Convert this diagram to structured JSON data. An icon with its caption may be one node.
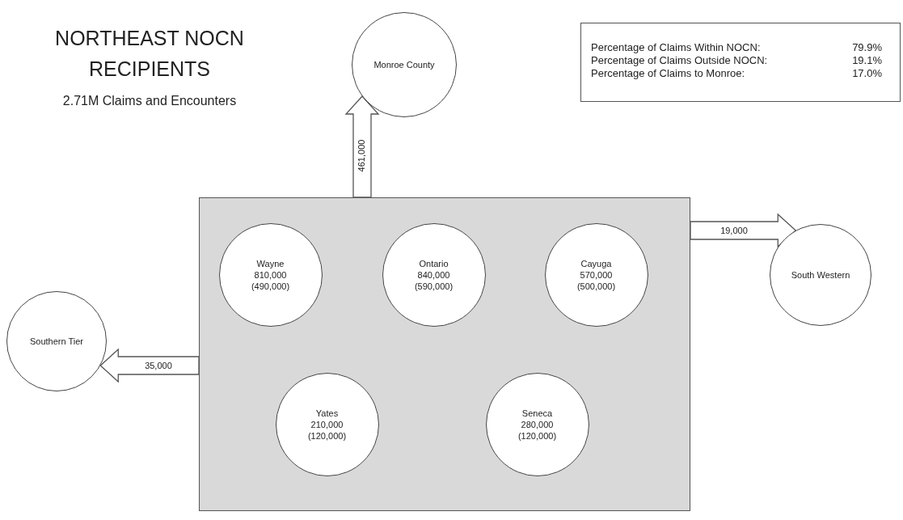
{
  "diagram": {
    "title": "NORTHEAST NOCN RECIPIENTS",
    "nodes": [
      {
        "text": [],
        "shape": "box"
      },
      {
        "text": [
          "Wayne",
          "810,000",
          "(490,000)"
        ],
        "in": 0
      },
      {
        "text": [
          "Ontario",
          "840,000",
          "(590,000)"
        ],
        "in": 0
      },
      {
        "text": [
          "Cayuga",
          "570,000",
          "(500,000)"
        ],
        "in": 0
      },
      {
        "text": [
          "Yates",
          "210,000",
          "(120,000)"
        ],
        "in": 0
      },
      {
        "text": [
          "Seneca",
          "280,000",
          "(120,000)"
        ],
        "in": 0
      },
      {
        "text": [
          "Monroe County"
        ]
      },
      {
        "text": [
          "Southern Tier"
        ]
      },
      {
        "text": [
          "South Western"
        ]
      },
      {
        "text": [
          "Percentage of Claims Within NOCN:",
          "79.9%",
          "Percentage of Claims Outside NOCN:",
          "19.1%",
          "Percentage of Claims to Monroe:",
          "17.0%"
        ]
      }
    ],
    "edges": [
      {
        "from": 0,
        "to": 6,
        "arrow": "to",
        "label": "461,000"
      },
      {
        "from": 0,
        "to": 8,
        "arrow": "to",
        "label": "19,000"
      },
      {
        "from": 0,
        "to": 7,
        "arrow": "to",
        "label": "35,000"
      }
    ],
    "labels": [
      "2.71M Claims and Encounters"
    ]
  }
}
